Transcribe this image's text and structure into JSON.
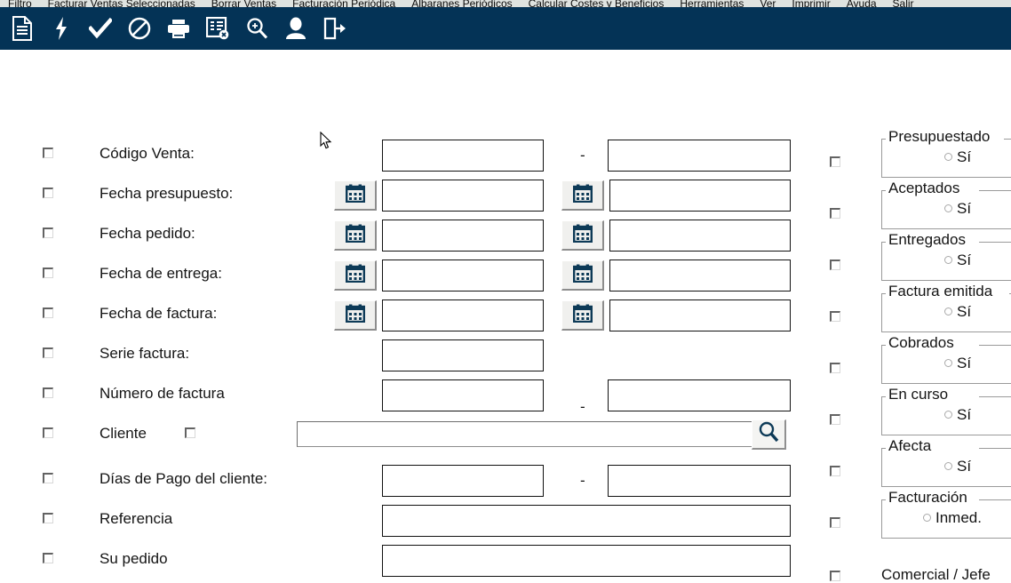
{
  "menu": {
    "items": [
      "Filtro",
      "Facturar Ventas Seleccionadas",
      "Borrar Ventas",
      "Facturación Periódica",
      "Albaranes Periódicos",
      "Calcular Costes y Beneficios",
      "Herramientas",
      "Ver",
      "Imprimir",
      "Ayuda",
      "Salir"
    ]
  },
  "toolbar": {
    "background": "#043356",
    "icons": [
      "document-icon",
      "lightning-icon",
      "check-icon",
      "cancel-icon",
      "printer-icon",
      "invoice-delete-icon",
      "zoom-in-icon",
      "user-icon",
      "exit-icon"
    ]
  },
  "form": {
    "rows": [
      {
        "label": "Código Venta:",
        "checkbox": true,
        "inputs": 2,
        "calendar": false,
        "separator": "-"
      },
      {
        "label": "Fecha presupuesto:",
        "checkbox": true,
        "inputs": 2,
        "calendar": true,
        "separator": ""
      },
      {
        "label": "Fecha pedido:",
        "checkbox": true,
        "inputs": 2,
        "calendar": true,
        "separator": ""
      },
      {
        "label": "Fecha de entrega:",
        "checkbox": true,
        "inputs": 2,
        "calendar": true,
        "separator": ""
      },
      {
        "label": "Fecha de factura:",
        "checkbox": true,
        "inputs": 2,
        "calendar": true,
        "separator": ""
      },
      {
        "label": "Serie factura:",
        "checkbox": true,
        "inputs": 1,
        "calendar": false,
        "separator": ""
      },
      {
        "label": "Número de factura",
        "checkbox": true,
        "inputs": 2,
        "calendar": false,
        "separator": "-"
      },
      {
        "label": "Cliente",
        "checkbox": true,
        "inputs": 1,
        "calendar": false,
        "separator": "",
        "extra_checkbox": true,
        "search_button": true
      },
      {
        "label": "Días de Pago del cliente:",
        "checkbox": true,
        "inputs": 2,
        "calendar": false,
        "separator": "-"
      },
      {
        "label": "Referencia",
        "checkbox": true,
        "inputs": 1,
        "calendar": false,
        "separator": ""
      },
      {
        "label": "Su pedido",
        "checkbox": true,
        "inputs": 1,
        "calendar": false,
        "separator": ""
      }
    ],
    "input_values": [
      "",
      "",
      "",
      "",
      "",
      "",
      "",
      "",
      "",
      "",
      "",
      "",
      "",
      "",
      "",
      "",
      "",
      "",
      ""
    ]
  },
  "right_panel": {
    "groups": [
      {
        "legend": "Presupuestado",
        "option": "Sí"
      },
      {
        "legend": "Aceptados",
        "option": "Sí"
      },
      {
        "legend": "Entregados",
        "option": "Sí"
      },
      {
        "legend": "Factura emitida",
        "option": "Sí"
      },
      {
        "legend": "Cobrados",
        "option": "Sí"
      },
      {
        "legend": "En curso",
        "option": "Sí"
      },
      {
        "legend": "Afecta",
        "option": "Sí"
      },
      {
        "legend": "Facturación",
        "option": "Inmed."
      }
    ],
    "last_label": "Comercial / Jefe"
  },
  "colors": {
    "menubar": "#dfe3e0",
    "toolbar": "#043356",
    "page": "#ffffff",
    "text": "#141414",
    "input_border": "#111111",
    "group_border": "#9a9a9a"
  }
}
